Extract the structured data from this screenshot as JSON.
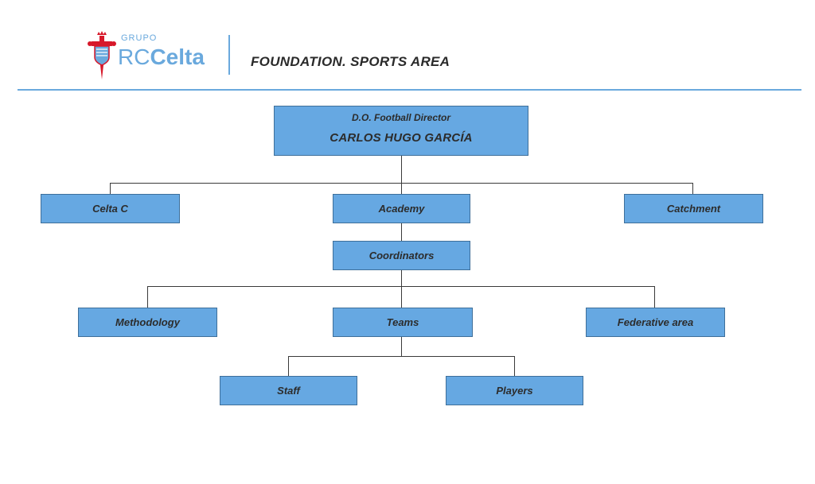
{
  "header": {
    "logo": {
      "grupo": "GRUPO",
      "rc": "RC",
      "celta": "Celta",
      "icon": "celta-cross-shield-icon"
    },
    "title": "FOUNDATION. SPORTS AREA"
  },
  "colors": {
    "accent": "#6aa9dd",
    "box_fill": "#66a8e2",
    "logo_red": "#d7182a"
  },
  "org_chart": {
    "director": {
      "role": "D.O. Football  Director",
      "name": "CARLOS HUGO GARCÍA"
    },
    "level1": {
      "celta_c": "Celta C",
      "academy": "Academy",
      "catchment": "Catchment"
    },
    "coordinators": "Coordinators",
    "level3": {
      "methodology": "Methodology",
      "teams": "Teams",
      "federative": "Federative area"
    },
    "level4": {
      "staff": "Staff",
      "players": "Players"
    }
  }
}
